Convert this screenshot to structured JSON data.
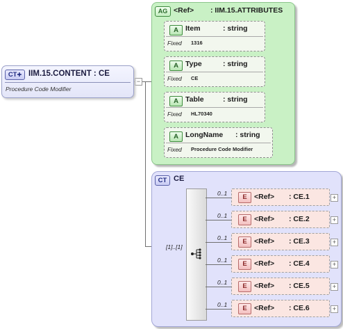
{
  "root": {
    "badge": "CT",
    "title": "IIM.15.CONTENT : CE",
    "description": "Procedure Code Modifier"
  },
  "attribute_group": {
    "badge": "AG",
    "ref": "<Ref>",
    "name": ": IIM.15.ATTRIBUTES",
    "attributes": [
      {
        "badge": "A",
        "name": "Item",
        "type": ": string",
        "fixed_label": "Fixed",
        "fixed_value": "1316"
      },
      {
        "badge": "A",
        "name": "Type",
        "type": ": string",
        "fixed_label": "Fixed",
        "fixed_value": "CE"
      },
      {
        "badge": "A",
        "name": "Table",
        "type": ": string",
        "fixed_label": "Fixed",
        "fixed_value": "HL70340"
      },
      {
        "badge": "A",
        "name": "LongName",
        "type": ": string",
        "fixed_label": "Fixed",
        "fixed_value": "Procedure Code Modifier"
      }
    ]
  },
  "complex_type": {
    "badge": "CT",
    "name": "CE",
    "sequence_cardinality": "[1]..[1]",
    "elements": [
      {
        "badge": "E",
        "ref": "<Ref>",
        "name": ": CE.1",
        "cardinality": "0..1"
      },
      {
        "badge": "E",
        "ref": "<Ref>",
        "name": ": CE.2",
        "cardinality": "0..1"
      },
      {
        "badge": "E",
        "ref": "<Ref>",
        "name": ": CE.3",
        "cardinality": "0..1"
      },
      {
        "badge": "E",
        "ref": "<Ref>",
        "name": ": CE.4",
        "cardinality": "0..1"
      },
      {
        "badge": "E",
        "ref": "<Ref>",
        "name": ": CE.5",
        "cardinality": "0..1"
      },
      {
        "badge": "E",
        "ref": "<Ref>",
        "name": ": CE.6",
        "cardinality": "0..1"
      }
    ]
  },
  "icons": {
    "expand": "+",
    "collapse": "−"
  }
}
